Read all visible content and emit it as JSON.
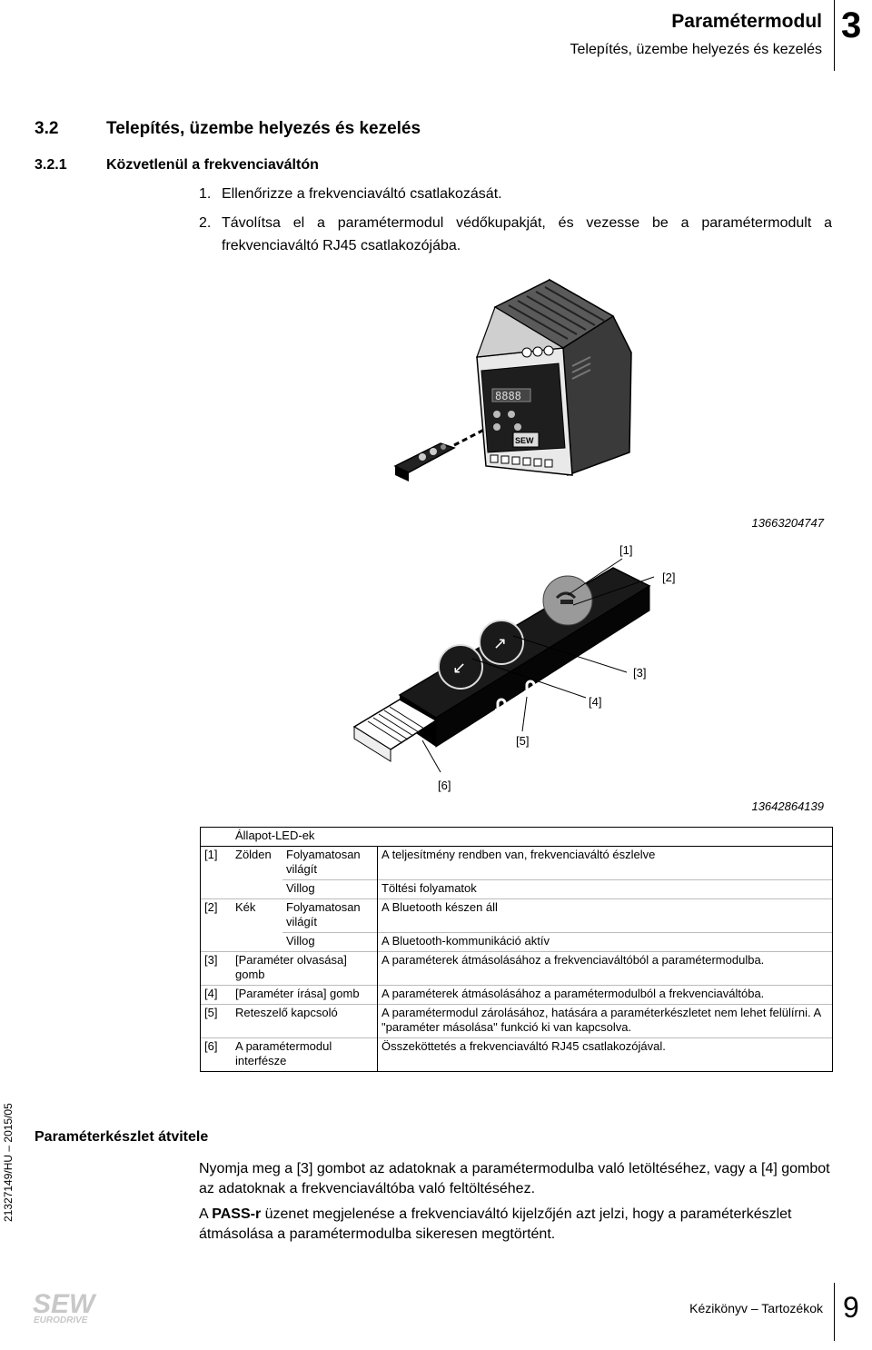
{
  "header": {
    "title": "Paramétermodul",
    "subtitle": "Telepítés, üzembe helyezés és kezelés",
    "chapter": "3"
  },
  "section": {
    "number": "3.2",
    "title": "Telepítés, üzembe helyezés és kezelés"
  },
  "subsection": {
    "number": "3.2.1",
    "title": "Közvetlenül a frekvenciaváltón"
  },
  "steps": [
    {
      "num": "1.",
      "text": "Ellenőrizze a frekvenciaváltó csatlakozását."
    },
    {
      "num": "2.",
      "text_line1": "Távolítsa el a paramétermodul védőkupakját, és vezesse be a paramétermodult a",
      "text_line2": "frekvenciaváltó RJ45 csatlakozójába."
    }
  ],
  "figure1": {
    "id": "13663204747"
  },
  "figure2": {
    "id": "13642864139",
    "callouts": [
      "[1]",
      "[2]",
      "[3]",
      "[4]",
      "[5]",
      "[6]"
    ]
  },
  "legend": {
    "header": "Állapot-LED-ek",
    "rows": [
      {
        "ref": "[1]",
        "color": "Zölden",
        "state": "Folyamatosan világít",
        "desc": "A teljesítmény rendben van, frekvenciaváltó észlelve"
      },
      {
        "ref": "",
        "color": "",
        "state": "Villog",
        "desc": "Töltési folyamatok"
      },
      {
        "ref": "[2]",
        "color": "Kék",
        "state": "Folyamatosan világít",
        "desc": "A Bluetooth készen áll"
      },
      {
        "ref": "",
        "color": "",
        "state": "Villog",
        "desc": "A Bluetooth-kommunikáció aktív"
      },
      {
        "ref": "[3]",
        "name": "[Paraméter olvasása] gomb",
        "desc": "A paraméterek átmásolásához a frekvenciaváltóból a paramétermodulba."
      },
      {
        "ref": "[4]",
        "name": "[Paraméter írása] gomb",
        "desc": "A paraméterek átmásolásához a paramétermodulból a frekvenciaváltóba."
      },
      {
        "ref": "[5]",
        "name": "Reteszelő kapcsoló",
        "desc": "A paramétermodul zárolásához, hatására a paraméterkészletet nem lehet felülírni. A \"paraméter másolása\" funkció ki van kapcsolva."
      },
      {
        "ref": "[6]",
        "name": "A paramétermodul interfésze",
        "desc": "Összeköttetés a frekvenciaváltó RJ45 csatlakozójával."
      }
    ]
  },
  "transfer": {
    "label": "Paraméterkészlet átvitele",
    "para1": "Nyomja meg a [3] gombot az adatoknak a paramétermodulba való letöltéséhez, vagy a [4] gombot az adatoknak a frekvenciaváltóba való feltöltéséhez.",
    "para2_a": "A ",
    "para2_b": "PASS-r",
    "para2_c": " üzenet megjelenése a frekvenciaváltó kijelzőjén azt jelzi, hogy a paraméterkészlet átmásolása a paramétermodulba sikeresen megtörtént."
  },
  "side_code": "21327149/HU – 2015/05",
  "footer": {
    "logo_text": "SEW EURODRIVE",
    "text_a": "Kézikönyv",
    "text_sep": " – ",
    "text_b": "Tartozékok",
    "page": "9"
  }
}
